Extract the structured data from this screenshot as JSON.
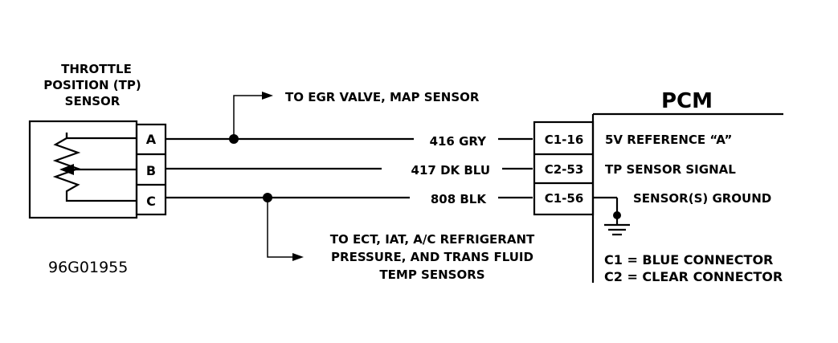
{
  "sensor": {
    "title_lines": [
      "THROTTLE",
      "POSITION (TP)",
      "SENSOR"
    ],
    "pins": [
      "A",
      "B",
      "C"
    ]
  },
  "branches": {
    "top": "TO EGR VALVE, MAP SENSOR",
    "bottom_lines": [
      "TO ECT, IAT, A/C REFRIGERANT",
      "PRESSURE, AND TRANS FLUID",
      "TEMP SENSORS"
    ]
  },
  "wires": [
    {
      "label": "416 GRY",
      "connector": "C1-16",
      "function": "5V REFERENCE “A”"
    },
    {
      "label": "417 DK BLU",
      "connector": "C2-53",
      "function": "TP SENSOR SIGNAL"
    },
    {
      "label": "808 BLK",
      "connector": "C1-56",
      "function": "SENSOR(S) GROUND"
    }
  ],
  "pcm": {
    "title": "PCM",
    "legend": [
      "C1 = BLUE CONNECTOR",
      "C2 = CLEAR CONNECTOR"
    ]
  },
  "figure_id": "96G01955"
}
